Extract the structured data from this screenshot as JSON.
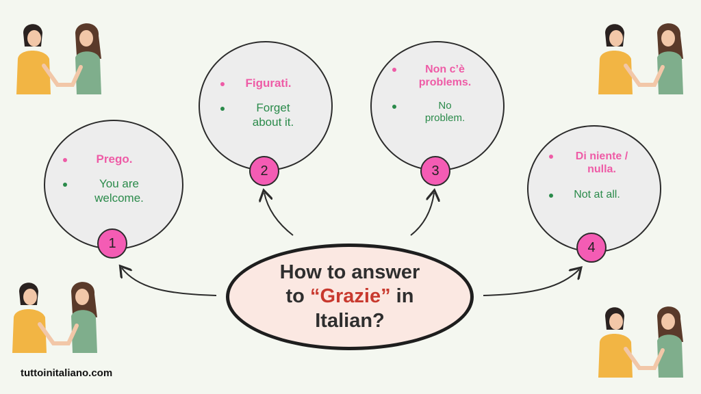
{
  "center": {
    "line1": "How to answer",
    "line2_pre": "to ",
    "line2_highlight": "“Grazie”",
    "line2_post": " in",
    "line3": "Italian?"
  },
  "answers": [
    {
      "number": "1",
      "italian": "Prego.",
      "english": "You are welcome."
    },
    {
      "number": "2",
      "italian": "Figurati.",
      "english": "Forget about it."
    },
    {
      "number": "3",
      "italian": "Non c’è problems.",
      "english": "No problem."
    },
    {
      "number": "4",
      "italian": "Di niente / nulla.",
      "english": "Not at all."
    }
  ],
  "website": "tuttoinitaliano.com",
  "colors": {
    "background": "#f4f7f0",
    "italian_text": "#ee5ba6",
    "english_text": "#2a8a4a",
    "number_badge": "#f45cb4",
    "highlight": "#c8392e",
    "center_fill": "#fbe8e2"
  },
  "icons": [
    "handshake-illustration",
    "arrow-icon"
  ]
}
